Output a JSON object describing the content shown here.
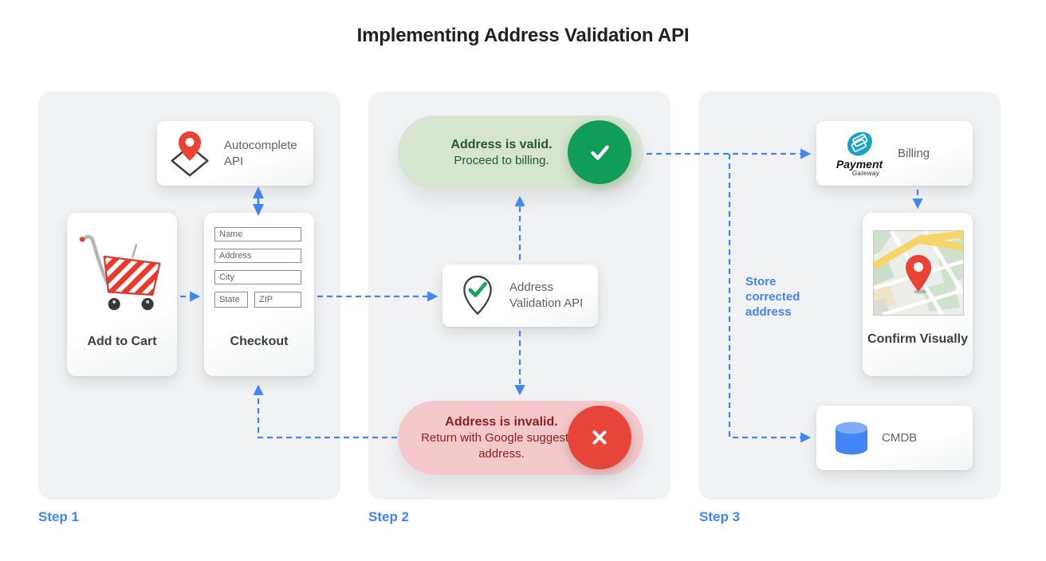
{
  "title": "Implementing Address Validation API",
  "colors": {
    "accent_blue": "#4285f4",
    "valid_green": "#0f9d58",
    "invalid_red": "#e8453a",
    "valid_pill_bg": "#d5e5d0",
    "invalid_pill_bg": "#f5c9cb",
    "panel_gray": "#f1f2f4",
    "payment_teal": "#18a2c3",
    "pin_red": "#ea4335"
  },
  "icons": {
    "autocomplete": "map-pin-over-diamond-icon",
    "cart": "shopping-cart-icon",
    "validation": "pin-with-checkmark-icon",
    "valid": "checkmark-circle-icon",
    "invalid": "x-circle-icon",
    "billing": "payment-gateway-logo",
    "confirm": "map-with-pin-image",
    "cmdb": "database-cylinder-icon"
  },
  "steps": {
    "step1": {
      "label": "Step 1",
      "autocomplete": {
        "title": "Autocomplete API"
      },
      "cart": {
        "title": "Add to Cart"
      },
      "checkout": {
        "title": "Checkout",
        "fields": {
          "name": "Name",
          "address": "Address",
          "city": "City",
          "state": "State",
          "zip": "ZIP"
        }
      }
    },
    "step2": {
      "label": "Step 2",
      "valid": {
        "headline": "Address is valid.",
        "subtext": "Proceed to billing."
      },
      "api": {
        "title": "Address Validation API"
      },
      "invalid": {
        "headline": "Address is invalid.",
        "subtext": "Return with Google suggested address."
      }
    },
    "step3": {
      "label": "Step 3",
      "billing": {
        "title": "Billing",
        "logo_name": "Payment",
        "logo_sub": "Gateway"
      },
      "confirm": {
        "title": "Confirm Visually"
      },
      "cmdb": {
        "title": "CMDB"
      },
      "store_note": "Store corrected address"
    }
  }
}
